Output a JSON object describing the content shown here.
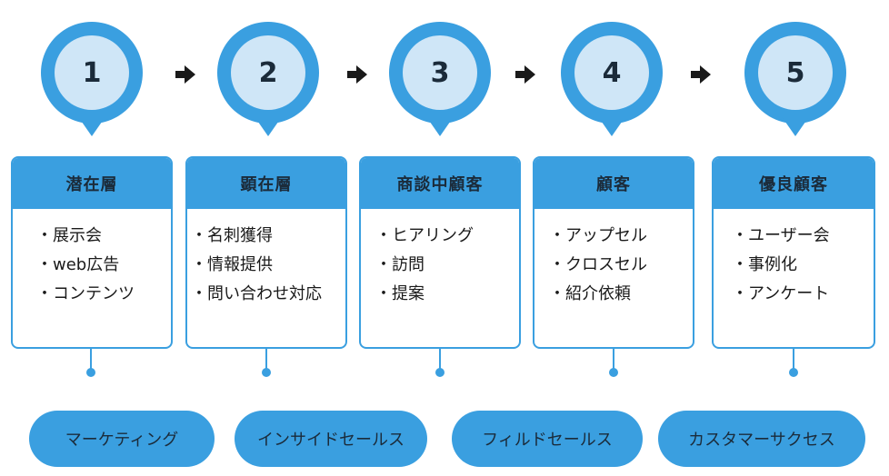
{
  "colors": {
    "accent": "#3a9fe0",
    "pin_inner": "#cfe6f7",
    "text_dark": "#1b2b3a"
  },
  "steps": [
    {
      "number": "1",
      "title": "潜在層",
      "items": [
        "・展示会",
        "・web広告",
        "・コンテンツ"
      ]
    },
    {
      "number": "2",
      "title": "顕在層",
      "items": [
        "・名刺獲得",
        "・情報提供",
        "・問い合わせ対応"
      ]
    },
    {
      "number": "3",
      "title": "商談中顧客",
      "items": [
        "・ヒアリング",
        "・訪問",
        "・提案"
      ]
    },
    {
      "number": "4",
      "title": "顧客",
      "items": [
        "・アップセル",
        "・クロスセル",
        "・紹介依頼"
      ]
    },
    {
      "number": "5",
      "title": "優良顧客",
      "items": [
        "・ユーザー会",
        "・事例化",
        "・アンケート"
      ]
    }
  ],
  "departments": [
    "マーケティング",
    "インサイドセールス",
    "フィルドセールス",
    "カスタマーサクセス"
  ]
}
